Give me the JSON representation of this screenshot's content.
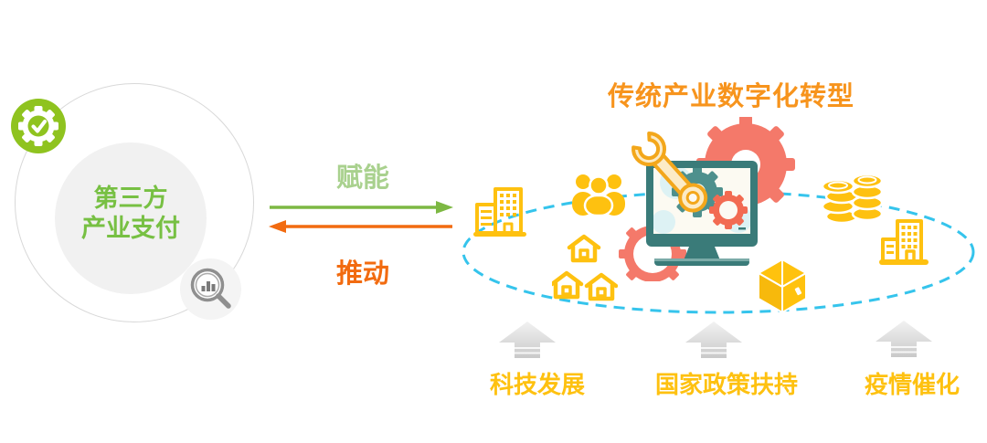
{
  "left_entity": {
    "line1": "第三方",
    "line2": "产业支付",
    "badge_icon": "gear-check-badge",
    "analysis_icon": "chart-magnifier"
  },
  "relation": {
    "forward_label": "赋能",
    "backward_label": "推动"
  },
  "transformation": {
    "title": "传统产业数字化转型",
    "ecosystem_icons": [
      "office-buildings",
      "people-group",
      "houses",
      "monitor-wrench-gears",
      "coin-stacks",
      "office-tower",
      "package-box"
    ]
  },
  "drivers": [
    {
      "label": "科技发展"
    },
    {
      "label": "国家政策扶持"
    },
    {
      "label": "疫情催化"
    }
  ],
  "colors": {
    "entity_green": "#77C043",
    "badge_green": "#8FC31F",
    "empower_green_text": "#A9D18E",
    "empower_arrow_green": "#7DB843",
    "drive_orange": "#F26B10",
    "title_orange": "#F7941D",
    "icon_gold": "#FEC110",
    "ellipse_cyan": "#35C4EC",
    "monitor_teal": "#3A7B79",
    "gear_salmon": "#F4796A",
    "driver_arrow_gray": "#DCDCDC"
  }
}
